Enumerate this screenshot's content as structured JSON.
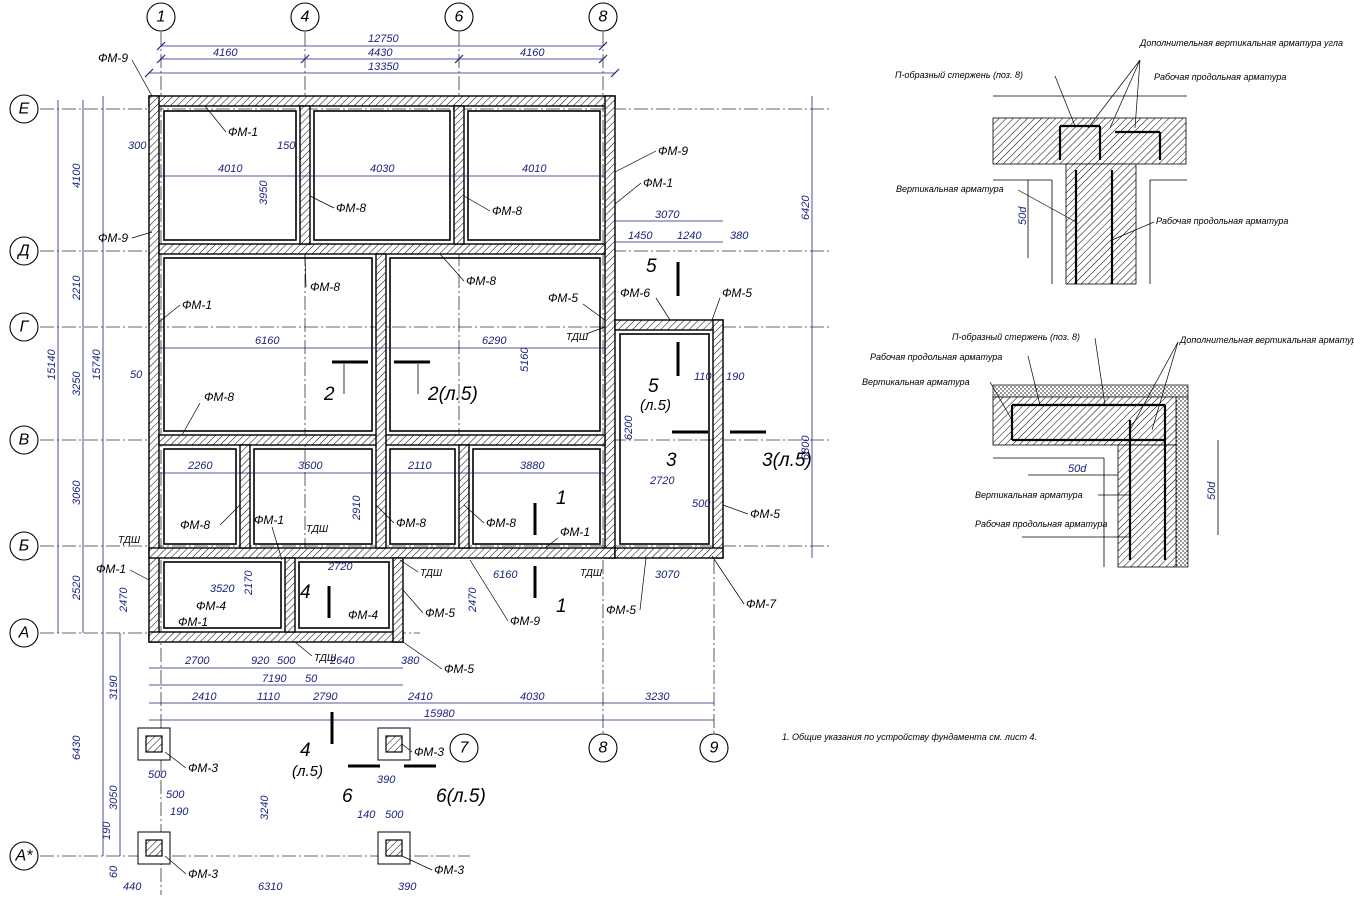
{
  "axes_top": [
    "1",
    "4",
    "6",
    "8"
  ],
  "axes_left": [
    "Е",
    "Д",
    "Г",
    "В",
    "Б",
    "А",
    "А*"
  ],
  "axes_bottom": [
    "7",
    "8",
    "9"
  ],
  "top_dims": {
    "overall_12750": "12750",
    "overall_13350": "13350",
    "span_a": "4160",
    "span_b": "4430",
    "span_c": "4160"
  },
  "left_dims": [
    "4100",
    "2210",
    "3250",
    "3060",
    "2520",
    "15140",
    "15740",
    "6430",
    "3190",
    "3050",
    "190",
    "60",
    "2470"
  ],
  "right_dims": [
    "6420",
    "6800",
    "3070",
    "1450",
    "1240",
    "380",
    "2720",
    "3070",
    "6200",
    "5160"
  ],
  "inner_dims": {
    "r1": [
      "4010",
      "4030",
      "4010"
    ],
    "r2": [
      "6160",
      "6290"
    ],
    "r3": [
      "2260",
      "3600",
      "2110",
      "3880"
    ],
    "r4": [
      "3520",
      "2720",
      "6160"
    ],
    "v": [
      "3950",
      "2910",
      "2170",
      "2470",
      "300",
      "150",
      "50",
      "110",
      "190",
      "500"
    ]
  },
  "bottom_dims": {
    "row1": [
      "2700",
      "920",
      "500",
      "2640",
      "380"
    ],
    "row2": [
      "7190",
      "50"
    ],
    "row3": [
      "2410",
      "1110",
      "2790",
      "2410",
      "4030",
      "3230"
    ],
    "row4": "15980",
    "extra": [
      "500",
      "190",
      "500",
      "140",
      "500",
      "390",
      "3240",
      "440",
      "6310",
      "390"
    ]
  },
  "foundation_labels": [
    "ФМ-1",
    "ФМ-3",
    "ФМ-4",
    "ФМ-5",
    "ФМ-6",
    "ФМ-7",
    "ФМ-8",
    "ФМ-9",
    "ТДШ"
  ],
  "sections": [
    "1",
    "2",
    "2(л.5)",
    "3",
    "3(л.5)",
    "4",
    "(л.5)",
    "5",
    "(л.5)",
    "6",
    "6(л.5)"
  ],
  "detail_top": {
    "label_p_rod": "П-образный стержень (поз. 8)",
    "label_extra_vert": "Дополнительная вертикальная арматура угла",
    "label_work_long": "Рабочая продольная арматура",
    "label_vert": "Вертикальная арматура",
    "label_work_long2": "Рабочая продольная арматура",
    "dim_50d": "50d"
  },
  "detail_bottom": {
    "label_p_rod": "П-образный стержень (поз. 8)",
    "label_work_long": "Рабочая продольная арматура",
    "label_extra_vert": "Дополнительная вертикальная арматура угла",
    "label_vert": "Вертикальная арматура",
    "label_vert2": "Вертикальная арматура",
    "label_work_long2": "Рабочая продольная арматура",
    "dim_50d_h": "50d",
    "dim_50d_v": "50d"
  },
  "general_note": "1. Общие указания по устройству фундамента см. лист 4."
}
